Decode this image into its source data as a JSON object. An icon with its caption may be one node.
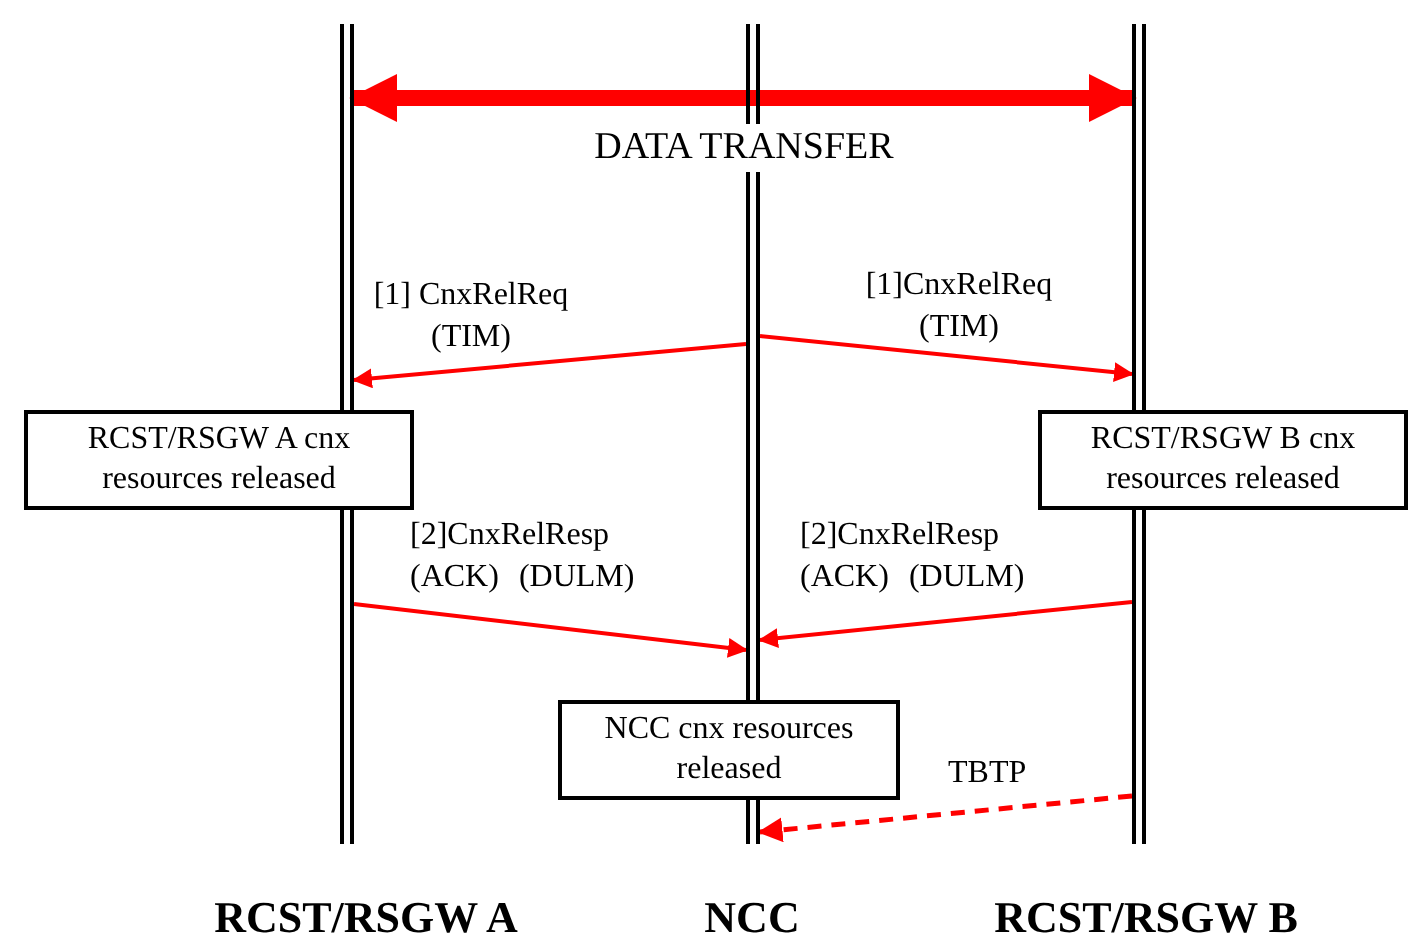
{
  "diagram": {
    "nodes": [
      {
        "text": [],
        "shape": "bar",
        "beside": [
          "RCST/RSGW A"
        ]
      },
      {
        "text": [],
        "shape": "bar",
        "beside": [
          "NCC"
        ]
      },
      {
        "text": [],
        "shape": "bar",
        "beside": [
          "RCST/RSGW B"
        ]
      },
      {
        "text": [
          "RCST/RSGW A cnx resources released"
        ]
      },
      {
        "text": [
          "RCST/RSGW B cnx resources released"
        ]
      },
      {
        "text": [
          "NCC cnx resources released"
        ]
      }
    ],
    "edges": [
      {
        "from": 0,
        "to": 2,
        "arrow": "both",
        "style": "thick",
        "label": "DATA TRANSFER"
      },
      {
        "from": 1,
        "to": 0,
        "arrow": "to",
        "label": "[1] CnxRelReq (TIM)"
      },
      {
        "from": 1,
        "to": 2,
        "arrow": "to",
        "label": "[1]CnxRelReq (TIM)"
      },
      {
        "from": 0,
        "to": 1,
        "arrow": "to",
        "label": "[2]CnxRelResp (ACK) (DULM)"
      },
      {
        "from": 2,
        "to": 1,
        "arrow": "to",
        "label": "[2]CnxRelResp (ACK) (DULM)"
      },
      {
        "from": 2,
        "to": 1,
        "arrow": "to",
        "style": "dashed",
        "label": "TBTP"
      }
    ]
  }
}
